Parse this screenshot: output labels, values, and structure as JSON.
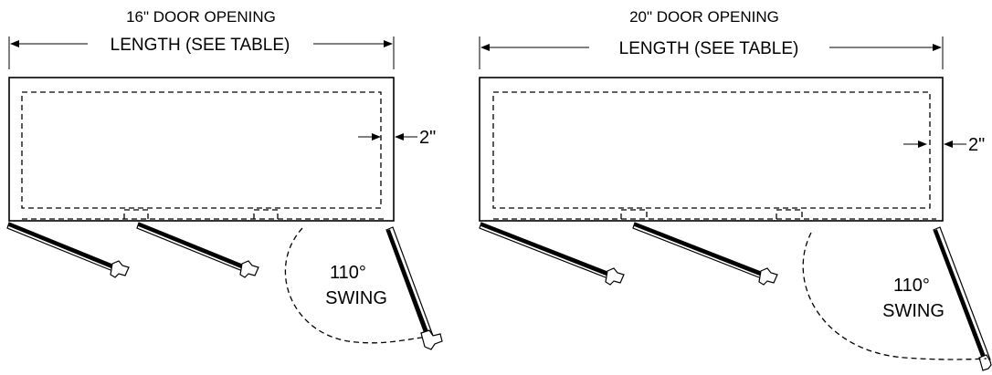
{
  "diagrams": [
    {
      "opening_label": "16\" DOOR OPENING",
      "length_label": "LENGTH (SEE TABLE)",
      "clearance_label": "2\"",
      "swing_angle": "110°",
      "swing_label": "SWING"
    },
    {
      "opening_label": "20\" DOOR OPENING",
      "length_label": "LENGTH (SEE TABLE)",
      "clearance_label": "2\"",
      "swing_angle": "110°",
      "swing_label": "SWING"
    }
  ]
}
